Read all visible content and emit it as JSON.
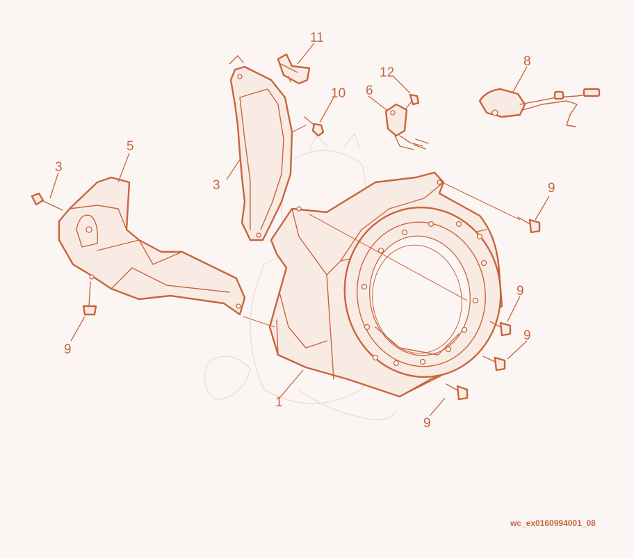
{
  "diagram": {
    "callouts": [
      {
        "id": "c1",
        "label": "1"
      },
      {
        "id": "c3a",
        "label": "3"
      },
      {
        "id": "c3b",
        "label": "3"
      },
      {
        "id": "c5",
        "label": "5"
      },
      {
        "id": "c6",
        "label": "6"
      },
      {
        "id": "c8",
        "label": "8"
      },
      {
        "id": "c9a",
        "label": "9"
      },
      {
        "id": "c9b",
        "label": "9"
      },
      {
        "id": "c9c",
        "label": "9"
      },
      {
        "id": "c9d",
        "label": "9"
      },
      {
        "id": "c9e",
        "label": "9"
      },
      {
        "id": "c10",
        "label": "10"
      },
      {
        "id": "c11",
        "label": "11"
      },
      {
        "id": "c12",
        "label": "12"
      }
    ],
    "document_id": "wc_ex0160994001_08",
    "colors": {
      "line": "#c8643e",
      "fill": "#f8ebe3",
      "background": "#fbf6f3"
    }
  }
}
